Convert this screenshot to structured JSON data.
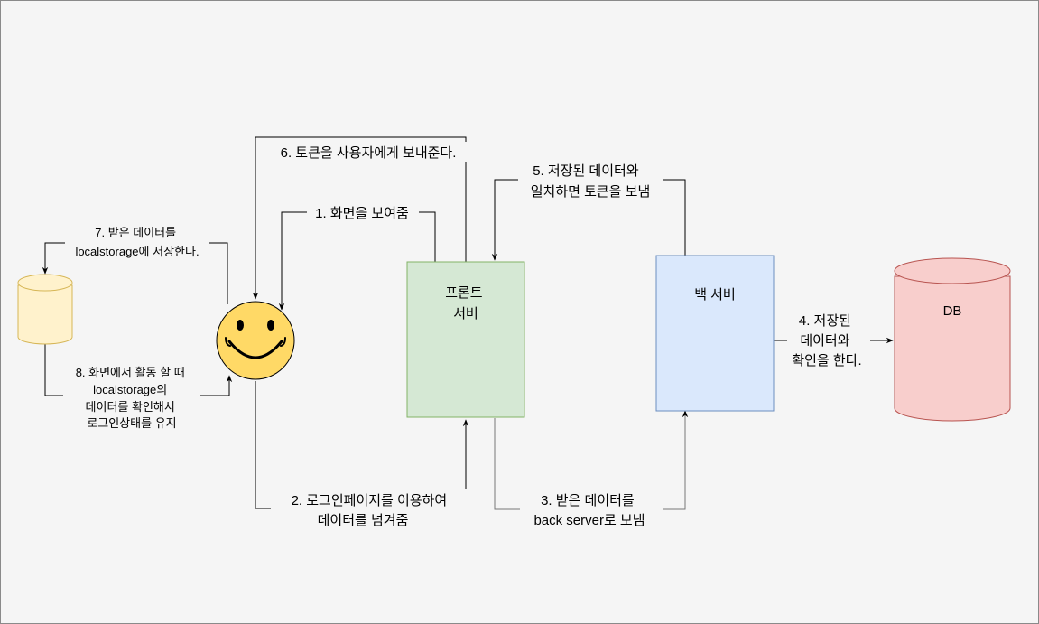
{
  "nodes": {
    "front_server": {
      "lines": [
        "프론트",
        "서버"
      ],
      "fill": "#d5e8d4",
      "stroke": "#82b366"
    },
    "back_server": {
      "label": "백 서버",
      "fill": "#dae8fc",
      "stroke": "#6c8ebf"
    },
    "db": {
      "label": "DB",
      "fill": "#f8cecc",
      "stroke": "#b85450"
    },
    "localstorage": {
      "fill": "#fff2cc",
      "stroke": "#d6b656"
    },
    "user": {
      "icon": "smiley-face-icon",
      "fill": "#ffd966"
    }
  },
  "edges": {
    "e1": {
      "lines": [
        "1. 화면을 보여줌"
      ]
    },
    "e2": {
      "lines": [
        "2. 로그인페이지를 이용하여",
        "데이터를 넘겨줌"
      ]
    },
    "e3": {
      "lines": [
        "3. 받은 데이터를",
        "back server로 보냄"
      ]
    },
    "e4": {
      "lines": [
        "4. 저장된",
        "데이터와",
        "확인을 한다."
      ]
    },
    "e5": {
      "lines": [
        "5. 저장된 데이터와",
        "일치하면 토큰을 보냄"
      ]
    },
    "e6": {
      "lines": [
        "6. 토큰을 사용자에게 보내준다."
      ]
    },
    "e7": {
      "lines": [
        "7. 받은 데이터를",
        "localstorage에 저장한다."
      ]
    },
    "e8": {
      "lines": [
        "8. 화면에서 활동 할 때",
        "localstorage의",
        "데이터를 확인해서",
        "로그인상태를 유지"
      ]
    }
  }
}
